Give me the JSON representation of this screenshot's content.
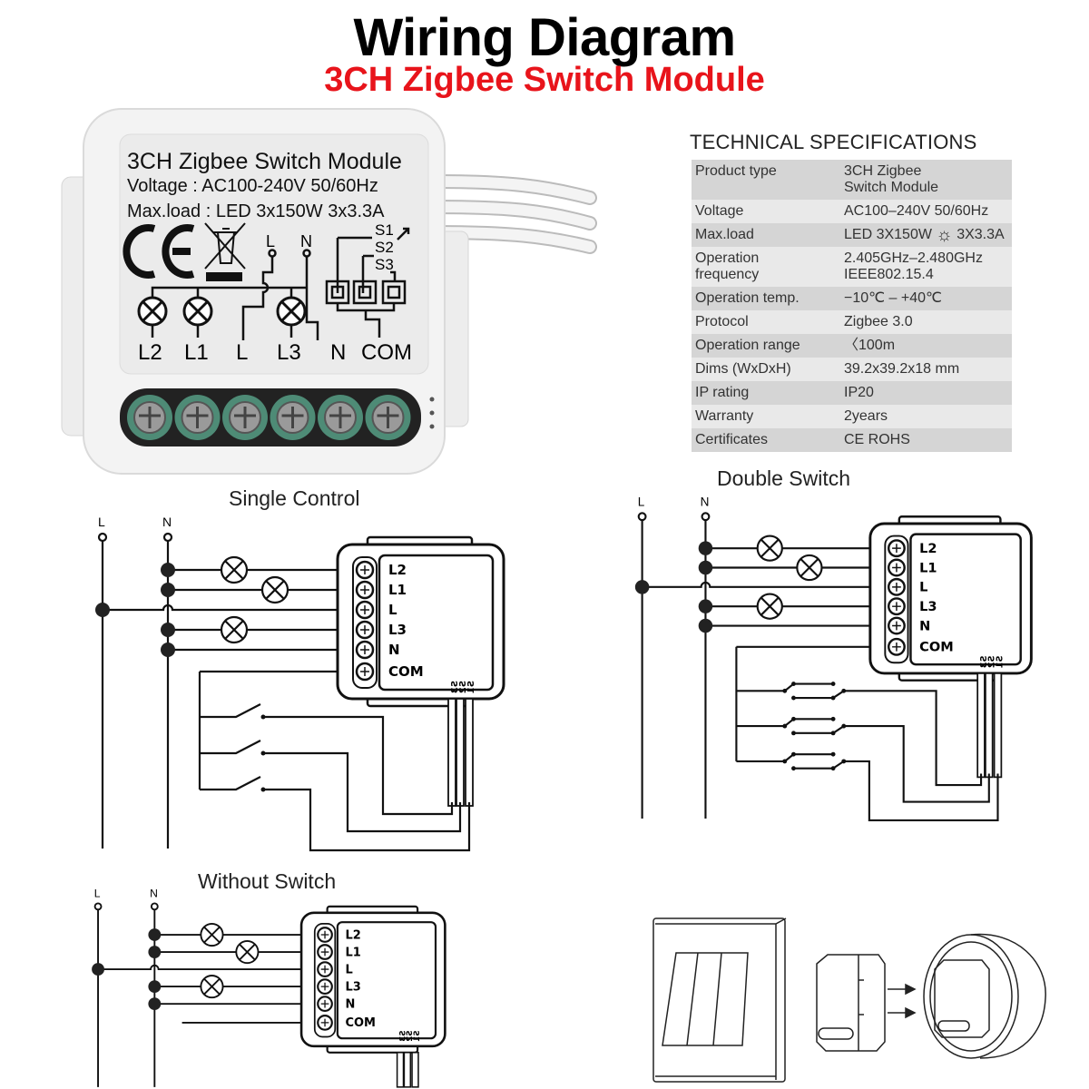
{
  "title": "Wiring Diagram",
  "subtitle": "3CH Zigbee Switch Module",
  "colors": {
    "title": "#000000",
    "subtitle": "#e8141b",
    "terminal_green": "#4e8b76",
    "table_dark": "#d5d5d5",
    "table_light": "#e9e9e9"
  },
  "module": {
    "title": "3CH Zigbee Switch Module",
    "voltage": "Voltage : AC100-240V 50/60Hz",
    "max_load": "Max.load : LED 3x150W  3x3.3A",
    "ce_mark": "CE",
    "top_labels": [
      "L",
      "N"
    ],
    "bottom_labels": [
      "L2",
      "L1",
      "L",
      "L3",
      "N",
      "COM"
    ],
    "switch_labels": [
      "S1",
      "S2",
      "S3"
    ]
  },
  "specs": {
    "heading": "TECHNICAL SPECIFICATIONS",
    "rows": [
      {
        "label": [
          "Product type"
        ],
        "value": [
          "3CH Zigbee",
          "Switch Module"
        ]
      },
      {
        "label": [
          "Voltage"
        ],
        "value": [
          "AC100–240V 50/60Hz"
        ]
      },
      {
        "label": [
          "Max.load"
        ],
        "value": [
          "LED 3X150W",
          "3X3.3A"
        ],
        "icon": "sun-icon"
      },
      {
        "label": [
          "Operation",
          "frequency"
        ],
        "value": [
          "2.405GHz–2.480GHz",
          "IEEE802.15.4"
        ]
      },
      {
        "label": [
          "Operation temp."
        ],
        "value": [
          "−10℃  –  +40℃"
        ]
      },
      {
        "label": [
          "Protocol"
        ],
        "value": [
          "Zigbee  3.0"
        ]
      },
      {
        "label": [
          "Operation range"
        ],
        "value": [
          "〈100m"
        ]
      },
      {
        "label": [
          "Dims (WxDxH)"
        ],
        "value": [
          "39.2x39.2x18 mm"
        ]
      },
      {
        "label": [
          "IP rating"
        ],
        "value": [
          "IP20"
        ]
      },
      {
        "label": [
          "Warranty"
        ],
        "value": [
          "2years"
        ]
      },
      {
        "label": [
          "Certificates"
        ],
        "value": [
          "CE ROHS"
        ]
      }
    ]
  },
  "diagrams": {
    "single": {
      "title": "Single Control"
    },
    "double": {
      "title": "Double Switch"
    },
    "without": {
      "title": "Without Switch"
    },
    "line_labels": [
      "L",
      "N"
    ],
    "terminals": [
      "L2",
      "L1",
      "L",
      "L3",
      "N",
      "COM"
    ],
    "switch_wires": [
      "S3",
      "S2",
      "S1"
    ]
  }
}
